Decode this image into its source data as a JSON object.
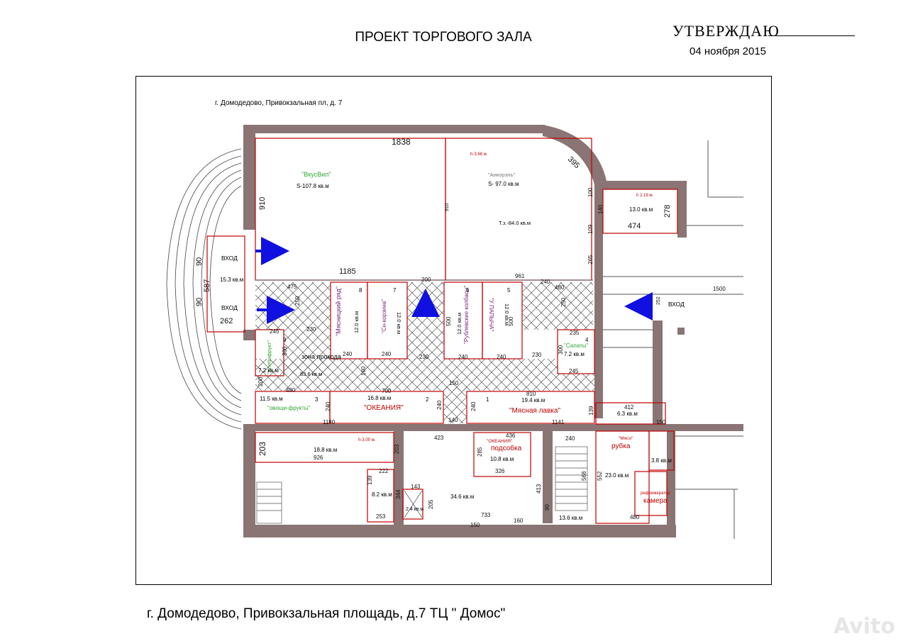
{
  "header": {
    "title": "ПРОЕКТ ТОРГОВОГО ЗАЛА",
    "approve": "УТВЕРЖДАЮ",
    "date": "04 ноября 2015"
  },
  "plan": {
    "address_top": "г. Домодедово, Привокзальная пл,  д. 7",
    "entrances": [
      "ВХОД",
      "ВХОД",
      "ВХОД"
    ],
    "tenants": [
      {
        "name": "\"ВкусВил\"",
        "area": "S-107.8 кв.м"
      },
      {
        "name": "\"Анкорэль\"",
        "area": "S- 97.0 кв.м",
        "extra": "Т.з.-84.0 кв.м"
      },
      {
        "name": "\"Мясницкий ряд\"",
        "area": "12.0 кв.м",
        "num": "8"
      },
      {
        "name": "\"Сн-корзина\"",
        "area": "12.0 кв.м",
        "num": "7"
      },
      {
        "name": "\"Рублевские колбасы\"",
        "area": "12.0 кв.м",
        "num": "6"
      },
      {
        "name": "\"У ПАПЫЧА\"",
        "area": "12.0 кв.м",
        "num": "5"
      },
      {
        "name": "\"Салаты\"",
        "area": "7.2 кв.м",
        "num": "4"
      },
      {
        "name": "\"Мясная лавка\"",
        "area": "19.4 кв.м",
        "num": "1"
      },
      {
        "name": "\"ОКЕАНИЯ\"",
        "area": "16.8 кв.м",
        "num": "2"
      },
      {
        "name": "\"овощи-фрукты\"",
        "area": "11.5 кв.м",
        "num": "3"
      },
      {
        "name": "\"Хлебофрукт\"",
        "area": "7.2 кв.м",
        "num": "9"
      }
    ],
    "zone_label": "зона прохода",
    "zone_area": "83.6 кв.м",
    "room_areas": [
      "15.3 кв.м",
      "13.0 кв.м",
      "6.3 кв.м",
      "18.8 кв.м",
      "10.8 кв.м",
      "34.6 кв.м",
      "8.2 кв.м",
      "2.4 кв.м",
      "13.6 кв.м",
      "23.0 кв.м",
      "3.8 кв.м"
    ],
    "rooms": {
      "podsobka": "подсобка",
      "podsobka_note": "\"ОКЕАНИЯ\"",
      "rubka": "рубка",
      "rubka_note": "\"Мясо\"",
      "kamera": "камера",
      "kamera_note": "рефрижератор"
    },
    "heights": [
      "h-3.68 м.",
      "h 2.19 м.",
      "h-3.00 м."
    ],
    "dimensions": [
      "1838",
      "910",
      "910",
      "395",
      "278",
      "474",
      "100",
      "140",
      "109",
      "265",
      "1185",
      "961",
      "240",
      "480",
      "1500",
      "252",
      "587",
      "262",
      "90",
      "90",
      "475",
      "250",
      "245",
      "230",
      "200",
      "240",
      "240",
      "500",
      "500",
      "240",
      "240",
      "230",
      "250",
      "235",
      "300",
      "245",
      "300",
      "200",
      "160",
      "230",
      "150",
      "700",
      "810",
      "480",
      "240",
      "240",
      "240",
      "1180",
      "140",
      "1141",
      "139",
      "412",
      "150",
      "203",
      "926",
      "203",
      "423",
      "436",
      "285",
      "326",
      "240",
      "568",
      "552",
      "480",
      "222",
      "139",
      "344",
      "143",
      "205",
      "253",
      "733",
      "150",
      "160",
      "413",
      "90"
    ]
  },
  "footer": {
    "address": "г. Домодедово, Привокзальная площадь, д.7 ТЦ \" Домос\""
  },
  "watermark": "Avito",
  "colors": {
    "wall": "#8a7474",
    "outline": "#c00000",
    "accent_green": "#2fa52f",
    "accent_purple": "#7a1f7a",
    "arrow": "#1010e0"
  }
}
